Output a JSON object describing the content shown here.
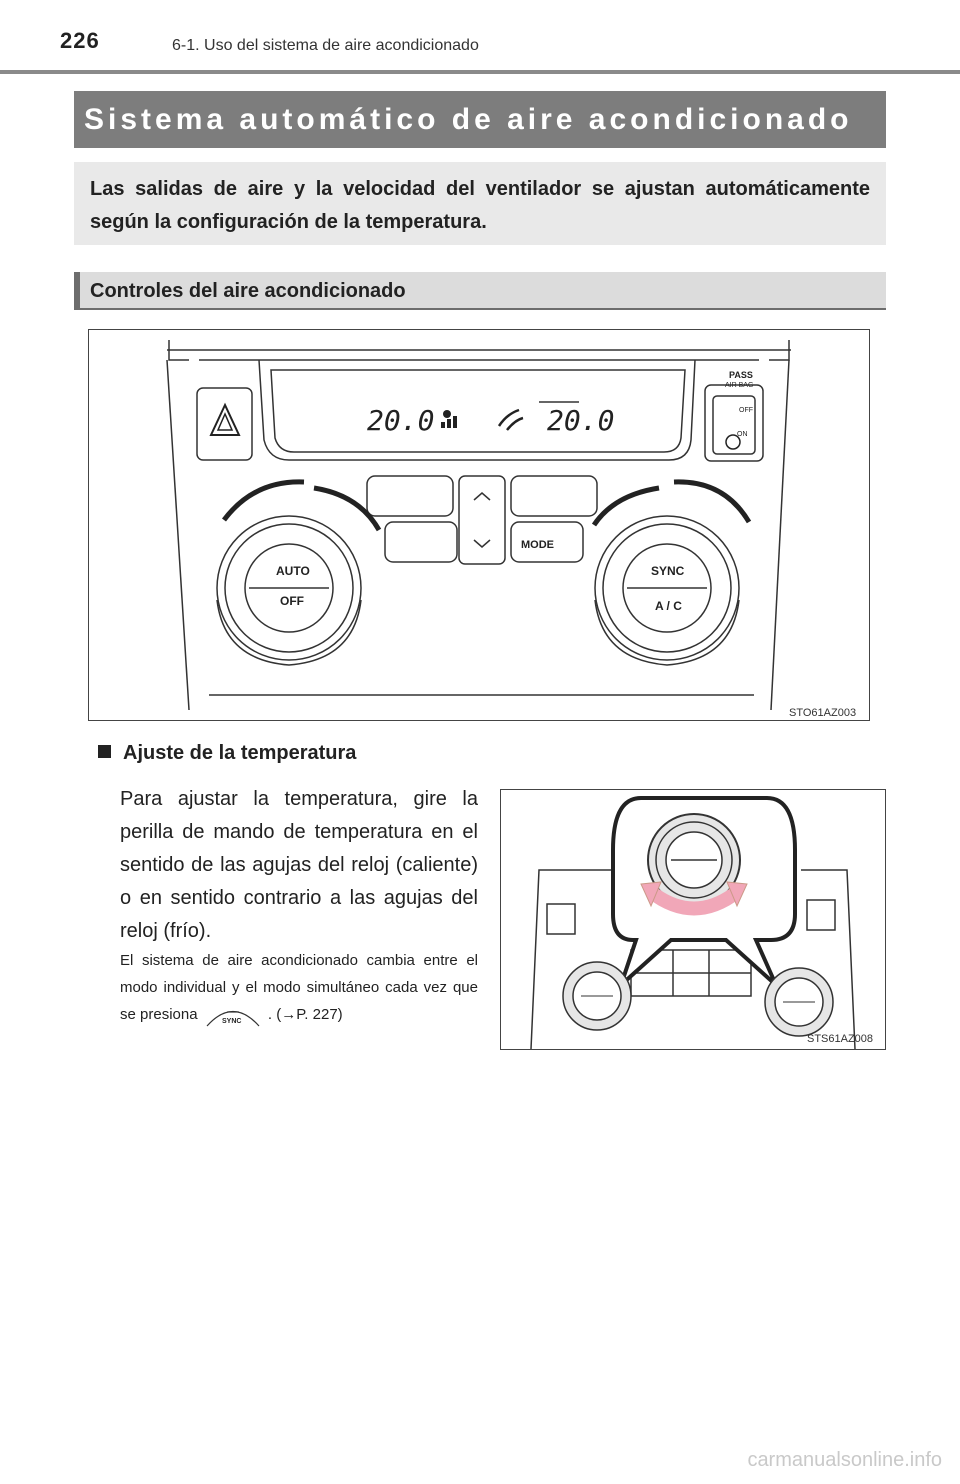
{
  "header": {
    "page_number": "226",
    "section": "6-1. Uso del sistema de aire acondicionado"
  },
  "title": "Sistema automático de aire acondicionado",
  "intro": "Las salidas de aire y la velocidad del ventilador se ajustan automáticamente según la configuración de la temperatura.",
  "subsection": "Controles del aire acondicionado",
  "figure1": {
    "code": "STO61AZ003",
    "temp_left": "20.0",
    "temp_right": "20.0",
    "auto_label": "AUTO",
    "off_label": "OFF",
    "sync_label": "SYNC",
    "ac_label": "A / C",
    "mode_label": "MODE",
    "pass_label": "PASS",
    "airbag_label": "AIR BAG",
    "airbag_off": "OFF",
    "airbag_on": "ON"
  },
  "bullet": {
    "heading": "Ajuste de la temperatura",
    "body": "Para ajustar la temperatura, gire la perilla de mando de temperatura en el sentido de las agujas del reloj (caliente) o en sentido contrario a las agujas del reloj (frío).",
    "note_before": "El sistema de aire acondicionado cambia entre el modo individual y el modo simultáneo cada vez que se presiona",
    "note_icon_label": "SYNC",
    "note_after": ". (→P. 227)"
  },
  "figure2": {
    "code": "STS61AZ008"
  },
  "watermark": "carmanualsonline.info"
}
